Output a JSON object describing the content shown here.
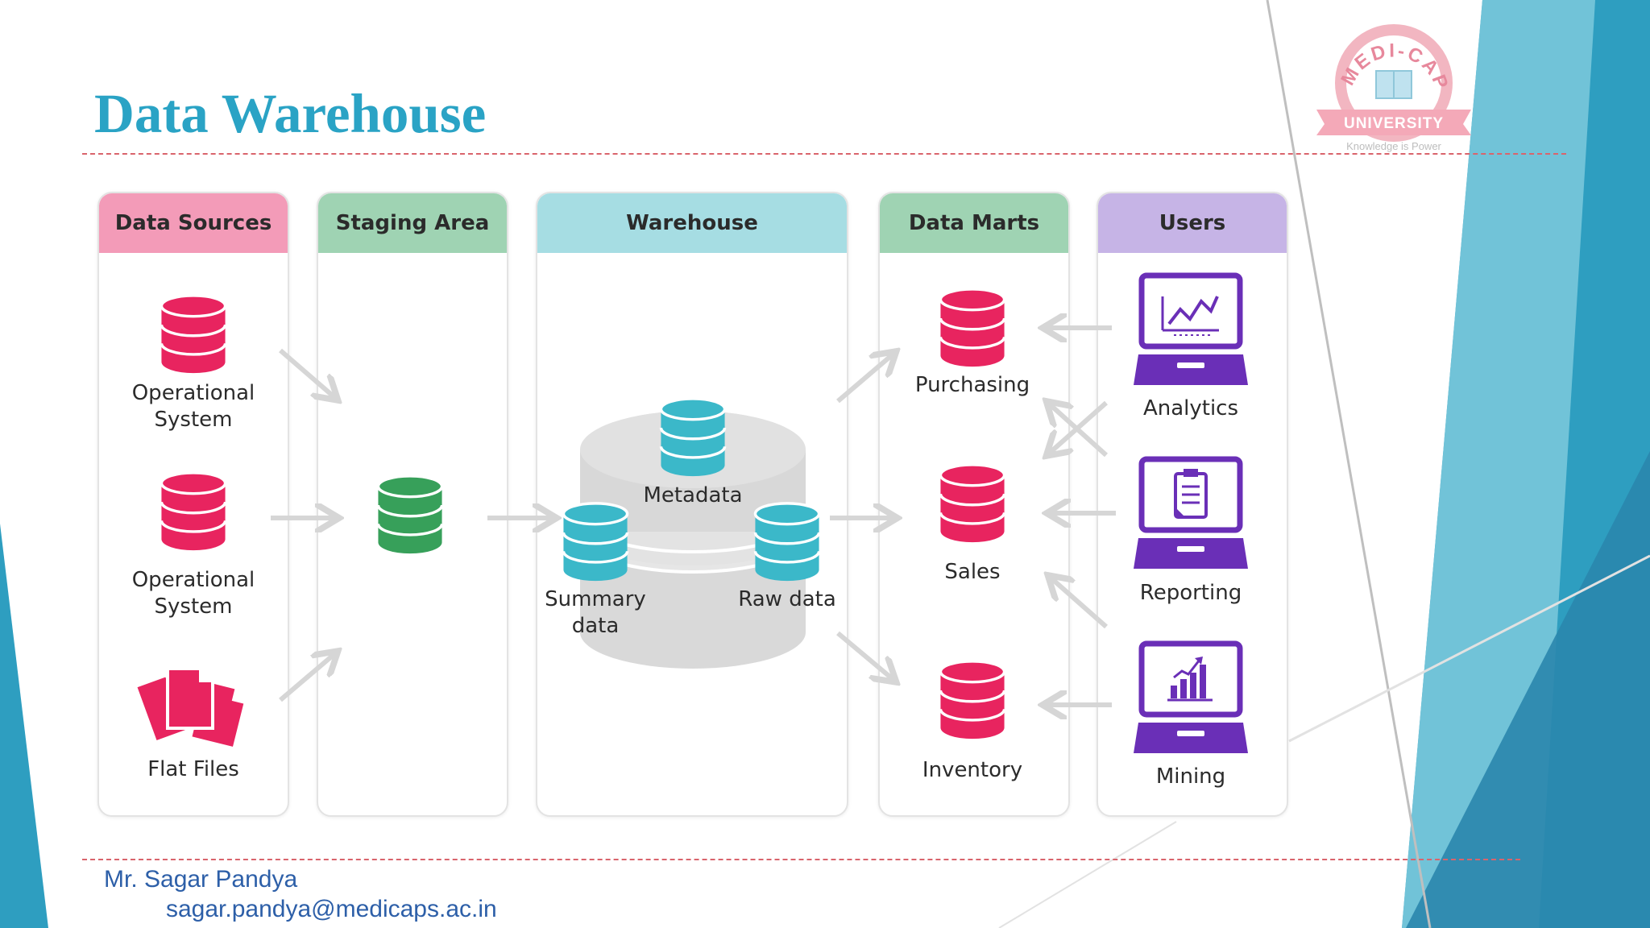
{
  "slide": {
    "title": "Data Warehouse",
    "author": "Mr. Sagar Pandya",
    "email": "sagar.pandya@medicaps.ac.in"
  },
  "logo": {
    "name": "MEDI-CAPS",
    "banner": "UNIVERSITY",
    "tagline": "Knowledge is Power"
  },
  "columns": {
    "sources": {
      "header": "Data Sources",
      "color": "#f39bb8",
      "items": [
        "Operational\nSystem",
        "Operational\nSystem",
        "Flat Files"
      ]
    },
    "staging": {
      "header": "Staging Area",
      "color": "#9fd3b3"
    },
    "warehouse": {
      "header": "Warehouse",
      "color": "#a6dde3",
      "items": [
        "Metadata",
        "Summary\ndata",
        "Raw data"
      ]
    },
    "marts": {
      "header": "Data Marts",
      "color": "#9fd3b3",
      "items": [
        "Purchasing",
        "Sales",
        "Inventory"
      ]
    },
    "users": {
      "header": "Users",
      "color": "#c6b4e6",
      "items": [
        "Analytics",
        "Reporting",
        "Mining"
      ]
    }
  },
  "colors": {
    "pink_db": "#e8245f",
    "green_db": "#37a05a",
    "teal_db": "#3bb8c9",
    "purple_laptop": "#6a2fb7",
    "arrow": "#d6d6d6",
    "title": "#2aa3c5",
    "footer": "#2d5fa8",
    "divider": "#d9646c",
    "accent_teal": "#2d9cbc"
  }
}
